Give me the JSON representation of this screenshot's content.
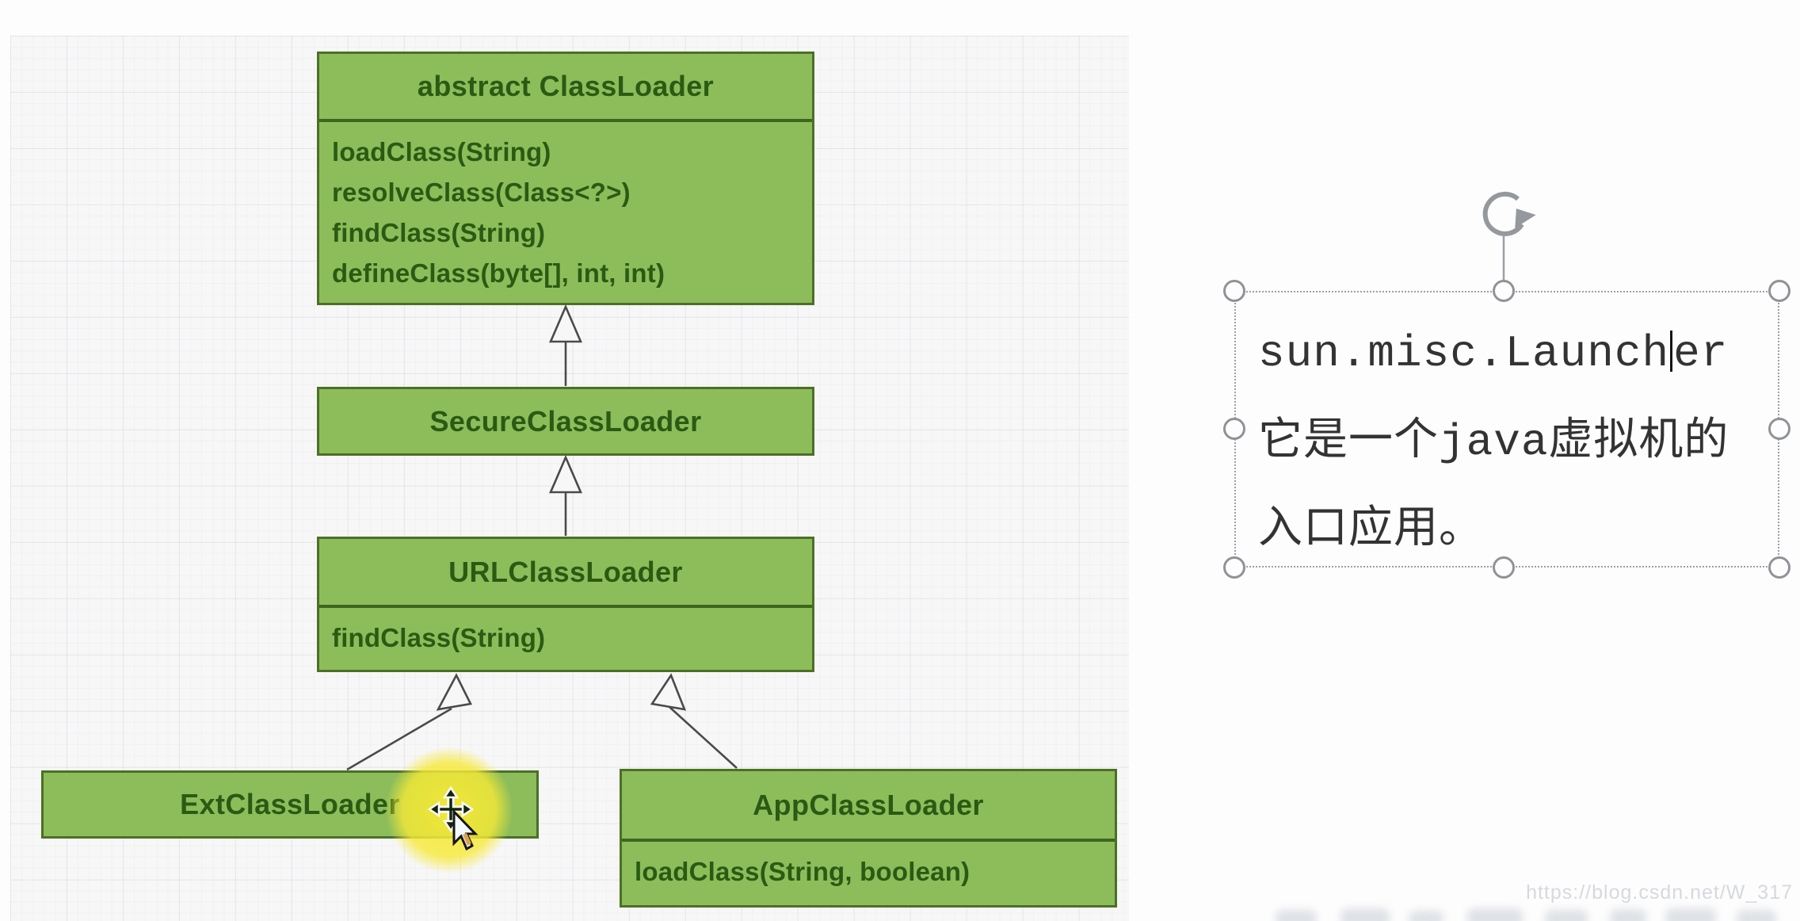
{
  "diagram": {
    "classes": [
      {
        "name": "abstract ClassLoader",
        "methods": [
          "loadClass(String)",
          "resolveClass(Class<?>)",
          "findClass(String)",
          "defineClass(byte[], int, int)"
        ]
      },
      {
        "name": "SecureClassLoader",
        "methods": []
      },
      {
        "name": "URLClassLoader",
        "methods": [
          "findClass(String)"
        ]
      },
      {
        "name": "ExtClassLoader",
        "methods": []
      },
      {
        "name": "AppClassLoader",
        "methods": [
          "loadClass(String, boolean)"
        ]
      }
    ],
    "relations": [
      {
        "from": "SecureClassLoader",
        "to": "abstract ClassLoader",
        "type": "generalization"
      },
      {
        "from": "URLClassLoader",
        "to": "SecureClassLoader",
        "type": "generalization"
      },
      {
        "from": "ExtClassLoader",
        "to": "URLClassLoader",
        "type": "generalization"
      },
      {
        "from": "AppClassLoader",
        "to": "URLClassLoader",
        "type": "generalization"
      }
    ],
    "colors": {
      "box_fill": "#8dbd5a",
      "box_border": "#4c7026",
      "box_text": "#2b5a14",
      "arrow": "#4a4a4a"
    }
  },
  "annotation": {
    "line1_before_caret": "sun.misc.Launch",
    "line1_after_caret": "er",
    "line2": "它是一个java虚拟机的",
    "line3": "入口应用。"
  },
  "watermark": {
    "text": "https://blog.csdn.net/W_317"
  }
}
